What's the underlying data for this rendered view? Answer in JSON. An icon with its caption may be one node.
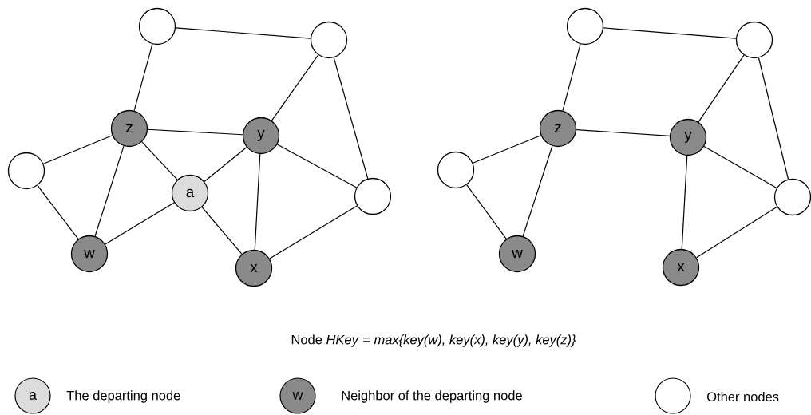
{
  "diagram": {
    "caption": "Node *HKey* = *max{key(w), key(x), key(y), key(z)}*",
    "nodes": [
      {
        "text": [],
        "shape": "circle"
      },
      {
        "text": [],
        "shape": "circle"
      },
      {
        "text": [
          "z"
        ]
      },
      {
        "text": [
          "y"
        ]
      },
      {
        "text": [],
        "shape": "circle"
      },
      {
        "text": [
          "a"
        ]
      },
      {
        "text": [],
        "shape": "circle"
      },
      {
        "text": [
          "w"
        ]
      },
      {
        "text": [
          "x"
        ]
      },
      {
        "text": [],
        "shape": "circle"
      },
      {
        "text": [],
        "shape": "circle"
      },
      {
        "text": [
          "z"
        ]
      },
      {
        "text": [
          "y"
        ]
      },
      {
        "text": [],
        "shape": "circle"
      },
      {
        "text": [],
        "shape": "circle"
      },
      {
        "text": [
          "w"
        ]
      },
      {
        "text": [
          "x"
        ]
      }
    ],
    "edges": [
      {
        "from": 0,
        "to": 1,
        "arrow": "none"
      },
      {
        "from": 0,
        "to": 2,
        "arrow": "none"
      },
      {
        "from": 1,
        "to": 3,
        "arrow": "none"
      },
      {
        "from": 1,
        "to": 6,
        "arrow": "none"
      },
      {
        "from": 2,
        "to": 3,
        "arrow": "none"
      },
      {
        "from": 4,
        "to": 2,
        "arrow": "none"
      },
      {
        "from": 2,
        "to": 7,
        "arrow": "none"
      },
      {
        "from": 2,
        "to": 5,
        "arrow": "none"
      },
      {
        "from": 4,
        "to": 7,
        "arrow": "none"
      },
      {
        "from": 7,
        "to": 5,
        "arrow": "none"
      },
      {
        "from": 5,
        "to": 3,
        "arrow": "none"
      },
      {
        "from": 5,
        "to": 8,
        "arrow": "none"
      },
      {
        "from": 3,
        "to": 8,
        "arrow": "none"
      },
      {
        "from": 3,
        "to": 6,
        "arrow": "none"
      },
      {
        "from": 8,
        "to": 6,
        "arrow": "none"
      },
      {
        "from": 9,
        "to": 10,
        "arrow": "none"
      },
      {
        "from": 9,
        "to": 11,
        "arrow": "none"
      },
      {
        "from": 10,
        "to": 12,
        "arrow": "none"
      },
      {
        "from": 10,
        "to": 14,
        "arrow": "none"
      },
      {
        "from": 11,
        "to": 12,
        "arrow": "none"
      },
      {
        "from": 13,
        "to": 11,
        "arrow": "none"
      },
      {
        "from": 11,
        "to": 15,
        "arrow": "none"
      },
      {
        "from": 13,
        "to": 15,
        "arrow": "none"
      },
      {
        "from": 12,
        "to": 16,
        "arrow": "none"
      },
      {
        "from": 12,
        "to": 14,
        "arrow": "none"
      },
      {
        "from": 16,
        "to": 14,
        "arrow": "none"
      }
    ],
    "labels": [
      "a",
      "w"
    ],
    "legend": [
      {
        "text": "The departing node",
        "color": "#dcdcdc"
      },
      {
        "text": "Neighbor of the departing node",
        "color": "#8a8a8a"
      },
      {
        "text": "Other nodes"
      }
    ]
  }
}
